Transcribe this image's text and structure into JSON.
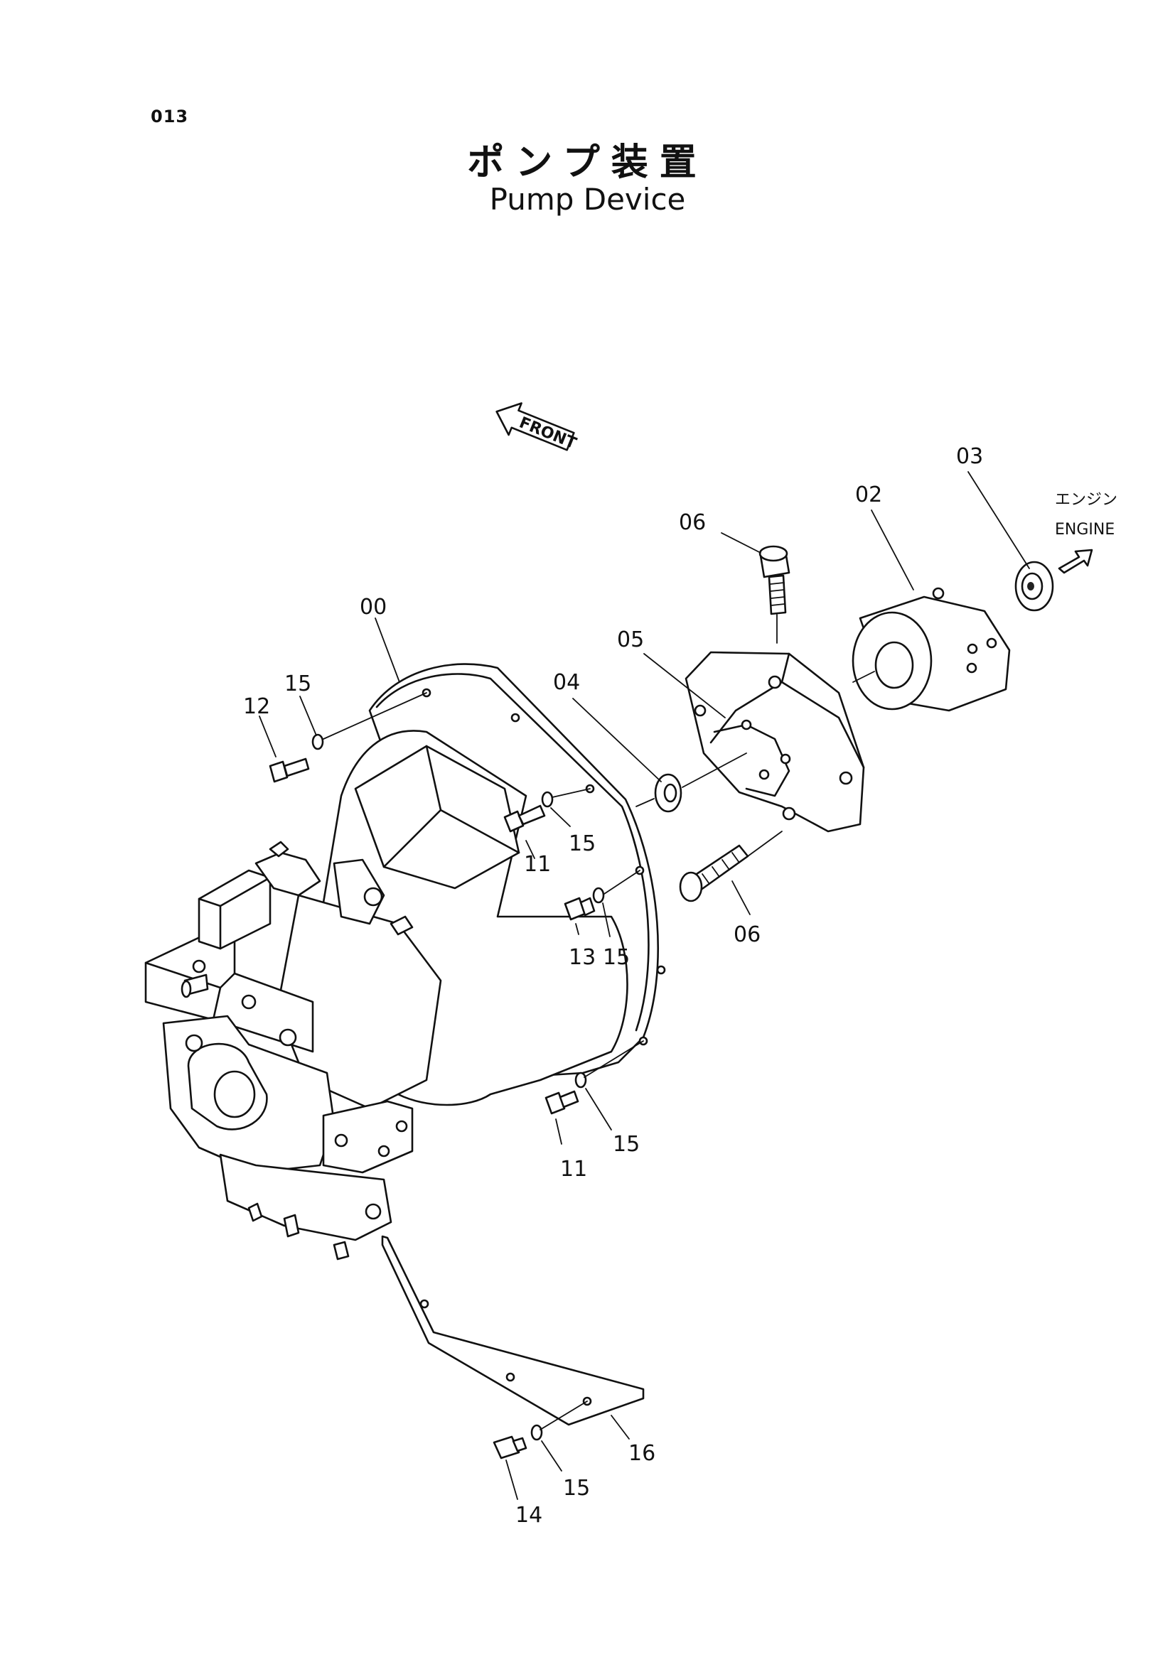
{
  "header": {
    "page_code": "013",
    "title_jp": "ポンプ装置",
    "title_en": "Pump Device"
  },
  "direction": {
    "front": "FRONT",
    "engine_jp": "エンジン",
    "engine_en": "ENGINE"
  },
  "callouts": {
    "c00": "00",
    "c02": "02",
    "c03": "03",
    "c04": "04",
    "c05": "05",
    "c06a": "06",
    "c06b": "06",
    "c11a": "11",
    "c11b": "11",
    "c12": "12",
    "c13": "13",
    "c14": "14",
    "c15a": "15",
    "c15b": "15",
    "c15c": "15",
    "c15d": "15",
    "c15e": "15",
    "c16": "16"
  }
}
